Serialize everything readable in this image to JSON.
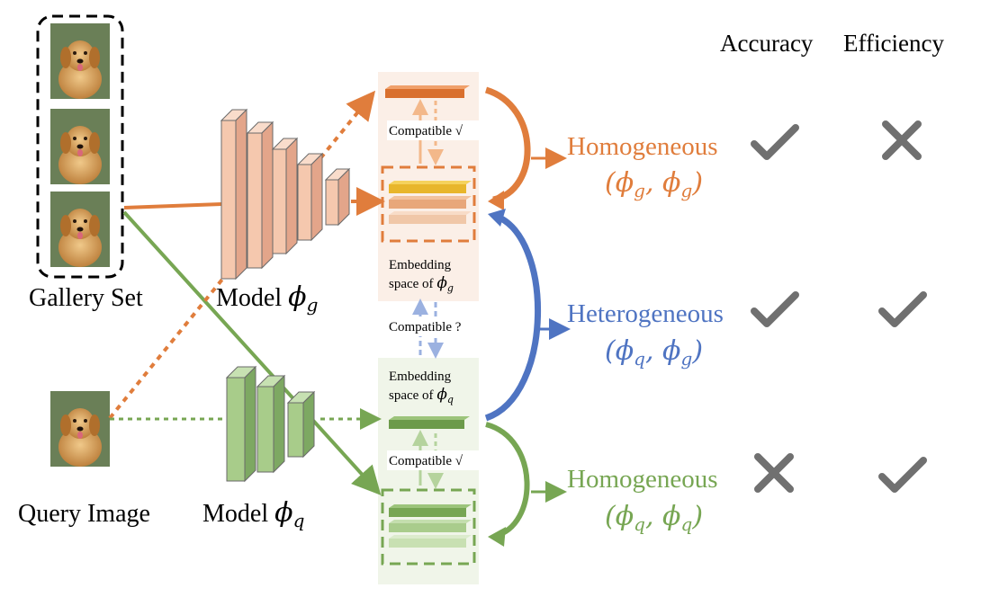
{
  "headers": {
    "accuracy": "Accuracy",
    "efficiency": "Efficiency"
  },
  "gallery_label": "Gallery Set",
  "query_label": "Query Image",
  "model_g": {
    "prefix": "Model ",
    "symbol": "ϕ",
    "sub": "g"
  },
  "model_q": {
    "prefix": "Model ",
    "symbol": "ϕ",
    "sub": "q"
  },
  "compatible_check": "Compatible √",
  "compatible_question": "Compatible ?",
  "embed_g": {
    "line1": "Embedding",
    "line2": "space of ",
    "symbol": "ϕ",
    "sub": "g"
  },
  "embed_q": {
    "line1": "Embedding",
    "line2": "space of ",
    "symbol": "ϕ",
    "sub": "q"
  },
  "results": [
    {
      "name": "Homogeneous",
      "pair": "(ϕ",
      "s1": "g",
      "mid": ", ϕ",
      "s2": "g",
      "close": ")",
      "color": "#e07d3c",
      "accuracy": "check",
      "efficiency": "cross"
    },
    {
      "name": "Heterogeneous",
      "pair": "(ϕ",
      "s1": "q",
      "mid": ", ϕ",
      "s2": "g",
      "close": ")",
      "color": "#4f74c2",
      "accuracy": "check",
      "efficiency": "check"
    },
    {
      "name": "Homogeneous",
      "pair": "(ϕ",
      "s1": "q",
      "mid": ", ϕ",
      "s2": "q",
      "close": ")",
      "color": "#77a653",
      "accuracy": "cross",
      "efficiency": "check"
    }
  ],
  "icons": {
    "check": "check-icon",
    "cross": "cross-icon",
    "dog": "dog-photo"
  },
  "colors": {
    "orange": "#e07d3c",
    "blue": "#4f74c2",
    "green": "#77a653",
    "gray_mark": "#707070"
  }
}
